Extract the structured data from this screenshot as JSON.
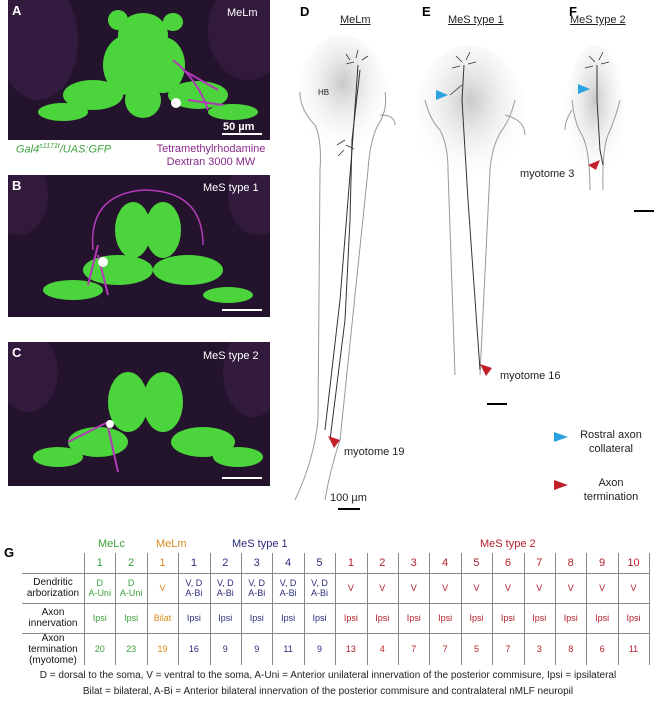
{
  "panels": {
    "A": {
      "letter": "A",
      "title": "MeLm",
      "scale": "50 µm"
    },
    "B": {
      "letter": "B",
      "title": "MeS type 1"
    },
    "C": {
      "letter": "C",
      "title": "MeS type 2"
    },
    "D": {
      "letter": "D",
      "title": "MeLm",
      "hb": "HB",
      "termination": "myotome 19",
      "scale": "100 µm"
    },
    "E": {
      "letter": "E",
      "title": "MeS type 1",
      "termination": "myotome 16"
    },
    "F": {
      "letter": "F",
      "title": "MeS type 2",
      "termination": "myotome  3"
    },
    "G": {
      "letter": "G"
    }
  },
  "captions": {
    "gal4": "Gal4",
    "gal4_sup": "s1171t",
    "gal4_rest": "/UAS:GFP",
    "dye_line1": "Tetramethylrhodamine",
    "dye_line2": "Dextran 3000 MW"
  },
  "legend": {
    "rostral_line1": "Rostral axon",
    "rostral_line2": "collateral",
    "term_line1": "Axon",
    "term_line2": "termination"
  },
  "colors": {
    "gfp": "#4cd43c",
    "dye": "#b23ab8",
    "rostral_arrow": "#2ba3e0",
    "termination_arrow": "#c0202a"
  },
  "table": {
    "groups": [
      {
        "name": "MeLc",
        "cls": "c-melc"
      },
      {
        "name": "MeLm",
        "cls": "c-melm"
      },
      {
        "name": "MeS type 1",
        "cls": "c-mes1"
      },
      {
        "name": "MeS type 2",
        "cls": "c-mes2"
      }
    ],
    "row_headers": {
      "dendritic_1": "Dendritic",
      "dendritic_2": "arborization",
      "axon_1": "Axon",
      "axon_2": "innervation",
      "term_1": "Axon",
      "term_2": "termination",
      "term_3": "(myotome)"
    },
    "columns": [
      {
        "n": "1",
        "g": "c-melc",
        "d1": "D",
        "d2": "A-Uni",
        "ax": "Ipsi",
        "t": "20"
      },
      {
        "n": "2",
        "g": "c-melc",
        "d1": "D",
        "d2": "A-Uni",
        "ax": "Ipsi",
        "t": "23"
      },
      {
        "n": "1",
        "g": "c-melm",
        "d1": "V",
        "d2": "",
        "ax": "Bilat",
        "t": "19"
      },
      {
        "n": "1",
        "g": "c-mes1",
        "d1": "V, D",
        "d2": "A-Bi",
        "ax": "Ipsi",
        "t": "16"
      },
      {
        "n": "2",
        "g": "c-mes1",
        "d1": "V, D",
        "d2": "A-Bi",
        "ax": "Ipsi",
        "t": "9"
      },
      {
        "n": "3",
        "g": "c-mes1",
        "d1": "V, D",
        "d2": "A-Bi",
        "ax": "Ipsi",
        "t": "9"
      },
      {
        "n": "4",
        "g": "c-mes1",
        "d1": "V, D",
        "d2": "A-Bi",
        "ax": "Ipsi",
        "t": "11"
      },
      {
        "n": "5",
        "g": "c-mes1",
        "d1": "V, D",
        "d2": "A-Bi",
        "ax": "Ipsi",
        "t": "9"
      },
      {
        "n": "1",
        "g": "c-mes2",
        "d1": "V",
        "d2": "",
        "ax": "Ipsi",
        "t": "13"
      },
      {
        "n": "2",
        "g": "c-mes2",
        "d1": "V",
        "d2": "",
        "ax": "Ipsi",
        "t": "4"
      },
      {
        "n": "3",
        "g": "c-mes2",
        "d1": "V",
        "d2": "",
        "ax": "Ipsi",
        "t": "7"
      },
      {
        "n": "4",
        "g": "c-mes2",
        "d1": "V",
        "d2": "",
        "ax": "Ipsi",
        "t": "7"
      },
      {
        "n": "5",
        "g": "c-mes2",
        "d1": "V",
        "d2": "",
        "ax": "Ipsi",
        "t": "5"
      },
      {
        "n": "6",
        "g": "c-mes2",
        "d1": "V",
        "d2": "",
        "ax": "Ipsi",
        "t": "7"
      },
      {
        "n": "7",
        "g": "c-mes2",
        "d1": "V",
        "d2": "",
        "ax": "Ipsi",
        "t": "3"
      },
      {
        "n": "8",
        "g": "c-mes2",
        "d1": "V",
        "d2": "",
        "ax": "Ipsi",
        "t": "8"
      },
      {
        "n": "9",
        "g": "c-mes2",
        "d1": "V",
        "d2": "",
        "ax": "Ipsi",
        "t": "6"
      },
      {
        "n": "10",
        "g": "c-mes2",
        "d1": "V",
        "d2": "",
        "ax": "Ipsi",
        "t": "11"
      }
    ]
  },
  "footnotes": {
    "line1": "D = dorsal to the soma, V = ventral to the soma, A-Uni = Anterior unilateral innervation of the posterior commisure, Ipsi = ipsilateral",
    "line2": "Bilat = bilateral, A-Bi = Anterior bilateral innervation of the posterior commisure and contralateral nMLF neuropil"
  }
}
